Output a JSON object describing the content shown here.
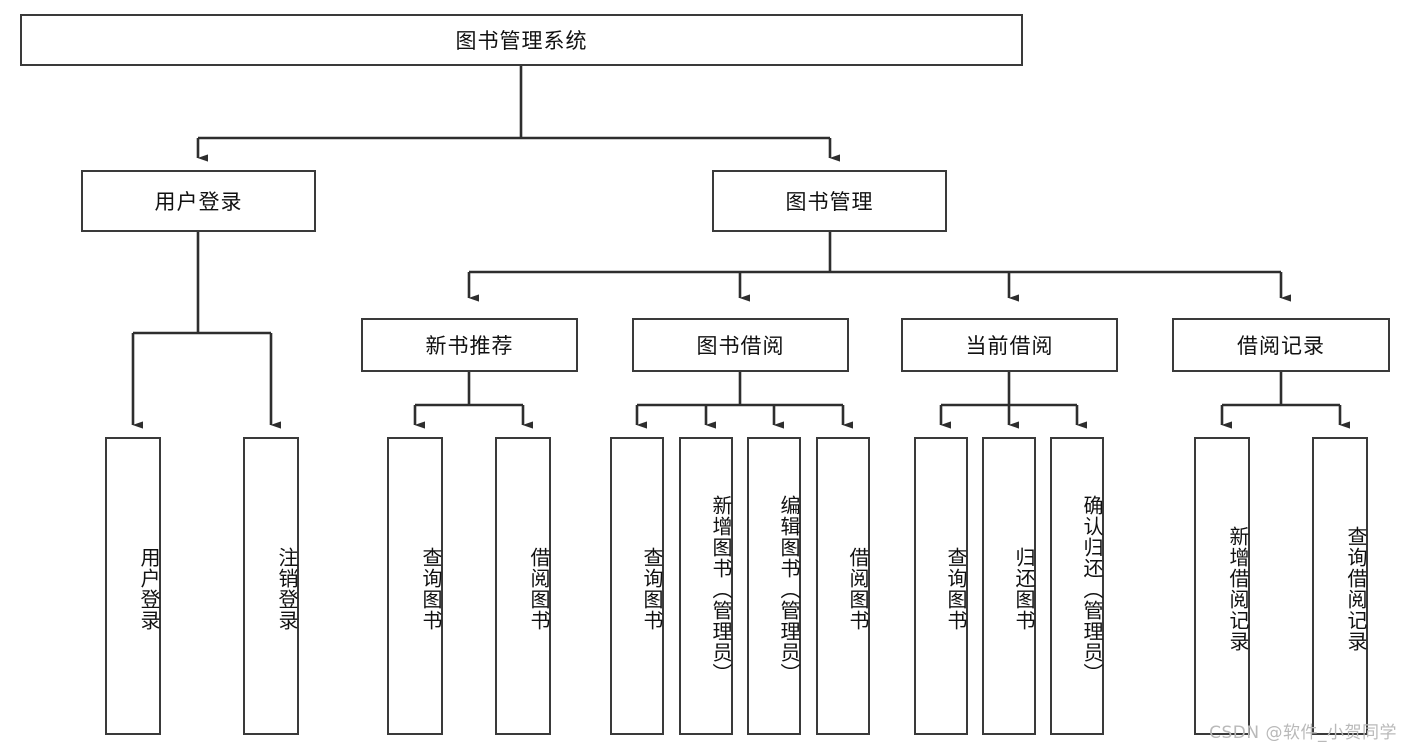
{
  "diagram": {
    "title": "图书管理系统",
    "type": "tree-hierarchy-diagram",
    "colors": {
      "background": "#ffffff",
      "box_border": "#3a3a3a",
      "box_fill": "#ffffff",
      "connector": "#2e2e2e",
      "text": "#111111",
      "watermark": "#b9b9b9"
    },
    "root": {
      "label": "图书管理系统"
    },
    "level2": [
      {
        "label": "用户登录"
      },
      {
        "label": "图书管理"
      }
    ],
    "level3": [
      {
        "label": "新书推荐"
      },
      {
        "label": "图书借阅"
      },
      {
        "label": "当前借阅"
      },
      {
        "label": "借阅记录"
      }
    ],
    "leaves": {
      "user_login": [
        {
          "label": "用户登录"
        },
        {
          "label": "注销登录"
        }
      ],
      "new_book_recommend": [
        {
          "label": "查询图书"
        },
        {
          "label": "借阅图书"
        }
      ],
      "book_borrow": [
        {
          "label": "查询图书"
        },
        {
          "label": "新增图书（管理员）"
        },
        {
          "label": "编辑图书（管理员）"
        },
        {
          "label": "借阅图书"
        }
      ],
      "current_borrow": [
        {
          "label": "查询图书"
        },
        {
          "label": "归还图书"
        },
        {
          "label": "确认归还（管理员）"
        }
      ],
      "borrow_record": [
        {
          "label": "新增借阅记录"
        },
        {
          "label": "查询借阅记录"
        }
      ]
    }
  },
  "watermark": {
    "text": "CSDN @软件_小贺同学"
  }
}
